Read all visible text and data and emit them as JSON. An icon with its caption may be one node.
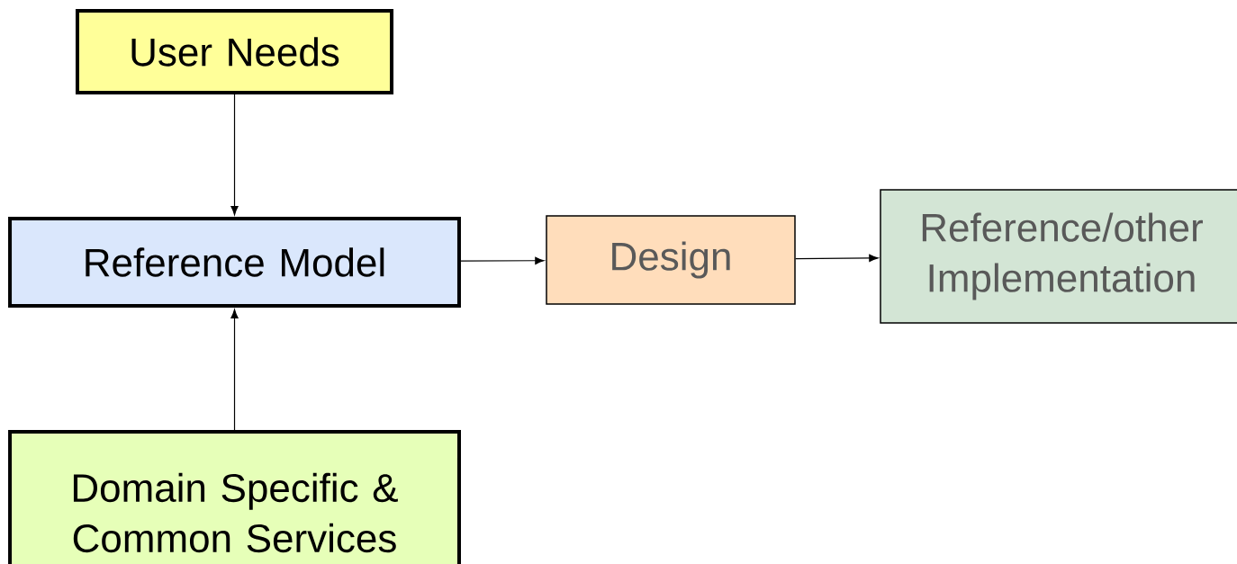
{
  "diagram": {
    "nodes": [
      {
        "text": [
          "User Needs"
        ]
      },
      {
        "text": [
          "Reference Model"
        ]
      },
      {
        "text": [
          "Domain Specific & Common Services"
        ]
      },
      {
        "text": [
          "Design"
        ]
      },
      {
        "text": [
          "Reference/other Implementation"
        ]
      }
    ],
    "edges": [
      {
        "from": 0,
        "to": 1,
        "arrow": "to"
      },
      {
        "from": 2,
        "to": 1,
        "arrow": "to"
      },
      {
        "from": 1,
        "to": 3,
        "arrow": "to"
      },
      {
        "from": 3,
        "to": 4,
        "arrow": "to"
      }
    ]
  }
}
